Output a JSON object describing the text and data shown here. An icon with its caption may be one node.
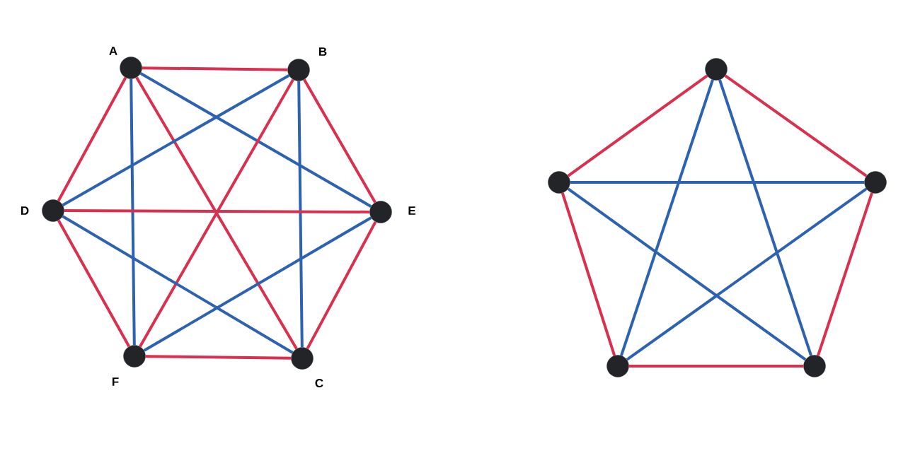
{
  "diagram": {
    "nodes": [
      {
        "text": [],
        "shape": "circle",
        "beside": [
          "A"
        ]
      },
      {
        "text": [],
        "shape": "circle",
        "beside": [
          "B"
        ]
      },
      {
        "text": [],
        "shape": "circle",
        "beside": [
          "D"
        ]
      },
      {
        "text": [],
        "shape": "circle",
        "beside": [
          "E"
        ]
      },
      {
        "text": [],
        "shape": "circle",
        "beside": [
          "F"
        ]
      },
      {
        "text": [],
        "shape": "circle",
        "beside": [
          "C"
        ]
      },
      {
        "text": [],
        "shape": "circle"
      },
      {
        "text": [],
        "shape": "circle"
      },
      {
        "text": [],
        "shape": "circle"
      },
      {
        "text": [],
        "shape": "circle"
      },
      {
        "text": [],
        "shape": "circle"
      }
    ],
    "edges": [
      {
        "from": 0,
        "to": 1,
        "arrow": "none",
        "color": "#d8304e"
      },
      {
        "from": 0,
        "to": 2,
        "arrow": "none",
        "color": "#d8304e"
      },
      {
        "from": 0,
        "to": 4,
        "arrow": "none",
        "color": "#2d62b0"
      },
      {
        "from": 0,
        "to": 3,
        "arrow": "none",
        "color": "#2d62b0"
      },
      {
        "from": 0,
        "to": 5,
        "arrow": "none",
        "color": "#d8304e"
      },
      {
        "from": 1,
        "to": 2,
        "arrow": "none",
        "color": "#2d62b0"
      },
      {
        "from": 1,
        "to": 3,
        "arrow": "none",
        "color": "#d8304e"
      },
      {
        "from": 1,
        "to": 5,
        "arrow": "none",
        "color": "#2d62b0"
      },
      {
        "from": 1,
        "to": 4,
        "arrow": "none",
        "color": "#d8304e"
      },
      {
        "from": 2,
        "to": 3,
        "arrow": "none",
        "color": "#d8304e"
      },
      {
        "from": 2,
        "to": 5,
        "arrow": "none",
        "color": "#2d62b0"
      },
      {
        "from": 2,
        "to": 4,
        "arrow": "none",
        "color": "#d8304e"
      },
      {
        "from": 3,
        "to": 4,
        "arrow": "none",
        "color": "#2d62b0"
      },
      {
        "from": 3,
        "to": 5,
        "arrow": "none",
        "color": "#d8304e"
      },
      {
        "from": 4,
        "to": 5,
        "arrow": "none",
        "color": "#d8304e"
      },
      {
        "from": 6,
        "to": 7,
        "arrow": "none",
        "color": "#d8304e"
      },
      {
        "from": 6,
        "to": 8,
        "arrow": "none",
        "color": "#d8304e"
      },
      {
        "from": 6,
        "to": 9,
        "arrow": "none",
        "color": "#2d62b0"
      },
      {
        "from": 6,
        "to": 10,
        "arrow": "none",
        "color": "#2d62b0"
      },
      {
        "from": 7,
        "to": 8,
        "arrow": "none",
        "color": "#2d62b0"
      },
      {
        "from": 7,
        "to": 9,
        "arrow": "none",
        "color": "#d8304e"
      },
      {
        "from": 7,
        "to": 10,
        "arrow": "none",
        "color": "#2d62b0"
      },
      {
        "from": 8,
        "to": 9,
        "arrow": "none",
        "color": "#2d62b0"
      },
      {
        "from": 8,
        "to": 10,
        "arrow": "none",
        "color": "#d8304e"
      },
      {
        "from": 9,
        "to": 10,
        "arrow": "none",
        "color": "#d8304e"
      }
    ]
  }
}
